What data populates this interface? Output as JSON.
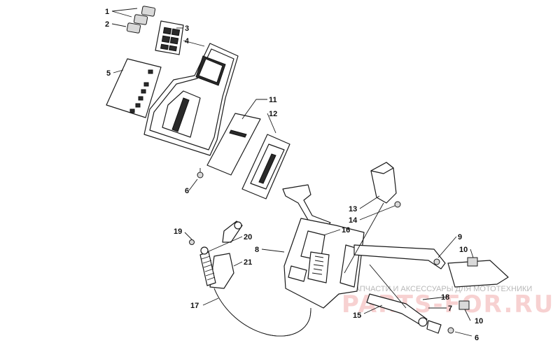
{
  "callouts": [
    {
      "id": "c1",
      "label": "1"
    },
    {
      "id": "c2",
      "label": "2"
    },
    {
      "id": "c3",
      "label": "3"
    },
    {
      "id": "c4",
      "label": "4"
    },
    {
      "id": "c5",
      "label": "5"
    },
    {
      "id": "c6a",
      "label": "6"
    },
    {
      "id": "c6b",
      "label": "6"
    },
    {
      "id": "c7",
      "label": "7"
    },
    {
      "id": "c8",
      "label": "8"
    },
    {
      "id": "c9",
      "label": "9"
    },
    {
      "id": "c10a",
      "label": "10"
    },
    {
      "id": "c10b",
      "label": "10"
    },
    {
      "id": "c11",
      "label": "11"
    },
    {
      "id": "c12",
      "label": "12"
    },
    {
      "id": "c13",
      "label": "13"
    },
    {
      "id": "c14",
      "label": "14"
    },
    {
      "id": "c15",
      "label": "15"
    },
    {
      "id": "c16",
      "label": "16"
    },
    {
      "id": "c17",
      "label": "17"
    },
    {
      "id": "c18",
      "label": "18"
    },
    {
      "id": "c19",
      "label": "19"
    },
    {
      "id": "c20",
      "label": "20"
    },
    {
      "id": "c21",
      "label": "21"
    }
  ],
  "watermark": {
    "caption": "ЗАПЧАСТИ И АКСЕССУАРЫ ДЛЯ МОТОТЕХНИКИ",
    "logo": "PARTS-FOR.RU"
  }
}
